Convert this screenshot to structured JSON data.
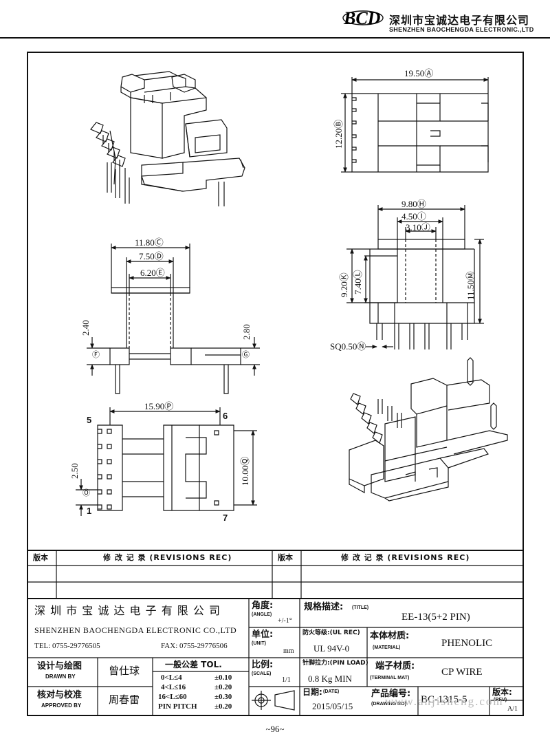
{
  "header": {
    "logo": "BCD",
    "company_cn": "深圳市宝诚达电子有限公司",
    "company_en": "SHENZHEN BAOCHENGDA ELECTRONIC.,LTD"
  },
  "dims": {
    "d_a": "19.50Ⓐ",
    "d_b": "12.20Ⓑ",
    "d_c": "11.80Ⓒ",
    "d_d": "7.50Ⓓ",
    "d_e": "6.20Ⓔ",
    "d_f": "2.40",
    "d_f_tag": "Ⓕ",
    "d_g": "2.80",
    "d_g_tag": "Ⓖ",
    "d_h": "9.80Ⓗ",
    "d_i": "4.50Ⓘ",
    "d_j": "3.10Ⓙ",
    "d_k": "9.20Ⓚ",
    "d_l": "7.40Ⓛ",
    "d_m": "11.50Ⓜ",
    "d_n": "SQ0.50Ⓝ",
    "d_p": "15.90Ⓟ",
    "d_q": "10.00Ⓠ",
    "d_o": "2.50",
    "d_o_tag": "Ⓞ",
    "pin5": "5",
    "pin6": "6",
    "pin1": "1",
    "pin7": "7"
  },
  "revisions": {
    "col_ver": "版本",
    "col_rec": "修 改 记 录 (REVISIONS REC)",
    "col_ver2": "版本",
    "col_rec2": "修 改 记 录 (REVISIONS REC)"
  },
  "title_block": {
    "company_cn": "深 圳 市 宝 诚 达 电 子 有 限 公 司",
    "company_en": "SHENZHEN BAOCHENGDA ELECTRONIC CO.,LTD",
    "tel": "TEL: 0755-29776505",
    "fax": "FAX: 0755-29776506",
    "angle_cn": "角度:",
    "angle_en": "(ANGLE)",
    "angle_val": "+/-1°",
    "unit_cn": "单位:",
    "unit_en": "(UNIT)",
    "unit_val": "mm",
    "scale_cn": "比例:",
    "scale_en": "(SCALE)",
    "scale_val": "1/1",
    "title_cn": "规格描述:",
    "title_en": "(TITLE)",
    "title_val": "EE-13(5+2 PIN)",
    "ul_label": "防火等级:(UL REC)",
    "ul_val": "UL 94V-0",
    "mat_cn": "本体材质:",
    "mat_en": "(MATERIAL)",
    "mat_val": "PHENOLIC",
    "pin_load_label": "针脚拉力:(PIN LOAD)",
    "pin_load_val": "0.8 Kg MIN",
    "term_cn": "端子材质:",
    "term_en": "(TERMINAL MAT)",
    "term_val": "CP WIRE",
    "date_cn": "日期:",
    "date_en": "(DATE)",
    "date_val": "2015/05/15",
    "dwg_cn": "产品编号:",
    "dwg_en": "(DRAWING NO)",
    "dwg_val": "BC-1315-5",
    "rev_cn": "版本:",
    "rev_en": "(REV)",
    "rev_val": "A/1",
    "drawn_cn": "设计与绘图",
    "drawn_en": "DRAWN BY",
    "drawn_val": "曾仕球",
    "approved_cn": "核对与校准",
    "approved_en": "APPROVED BY",
    "approved_val": "周春雷",
    "tol_title": "一般公差 TOL.",
    "tol_rows": [
      {
        "range": "0<L≤4",
        "tol": "±0.10"
      },
      {
        "range": "4<L≤16",
        "tol": "±0.20"
      },
      {
        "range": "16<L≤60",
        "tol": "±0.30"
      },
      {
        "range": "PIN PITCH",
        "tol": "±0.20"
      }
    ]
  },
  "watermark": "www.ahjisheng.com",
  "page_number": "~96~"
}
